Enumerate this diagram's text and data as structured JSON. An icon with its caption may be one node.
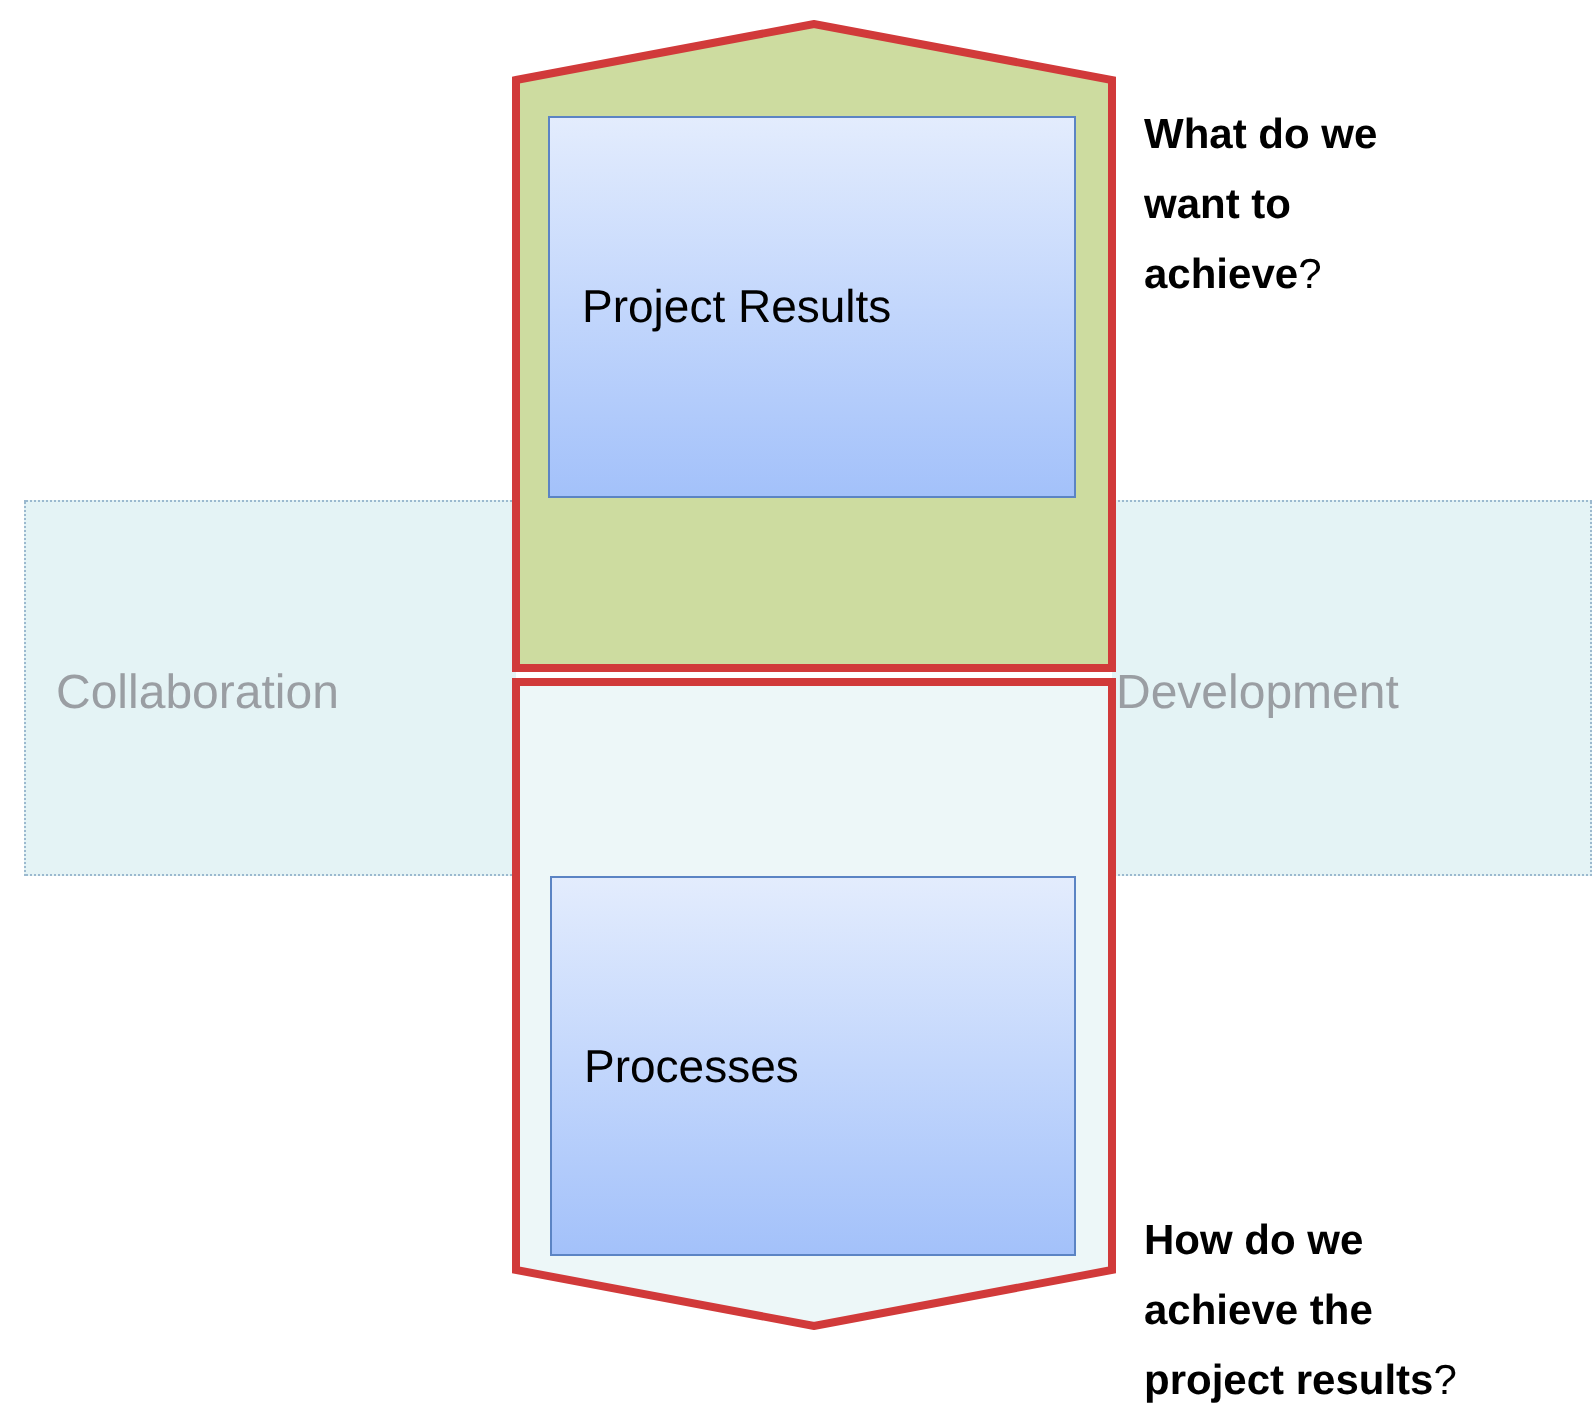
{
  "diagram": {
    "nodes": [
      {
        "text": [
          "Collaboration",
          "Development"
        ]
      },
      {
        "text": [],
        "shape": "pentagon",
        "beside": [
          "**What do we want to achieve**?"
        ]
      },
      {
        "text": [
          "Project Results"
        ],
        "in": 1
      },
      {
        "text": [],
        "shape": "chevron",
        "beside": [
          "**How do we achieve the project results**?"
        ]
      },
      {
        "text": [
          "Processes"
        ],
        "in": 3
      }
    ],
    "edges": []
  }
}
